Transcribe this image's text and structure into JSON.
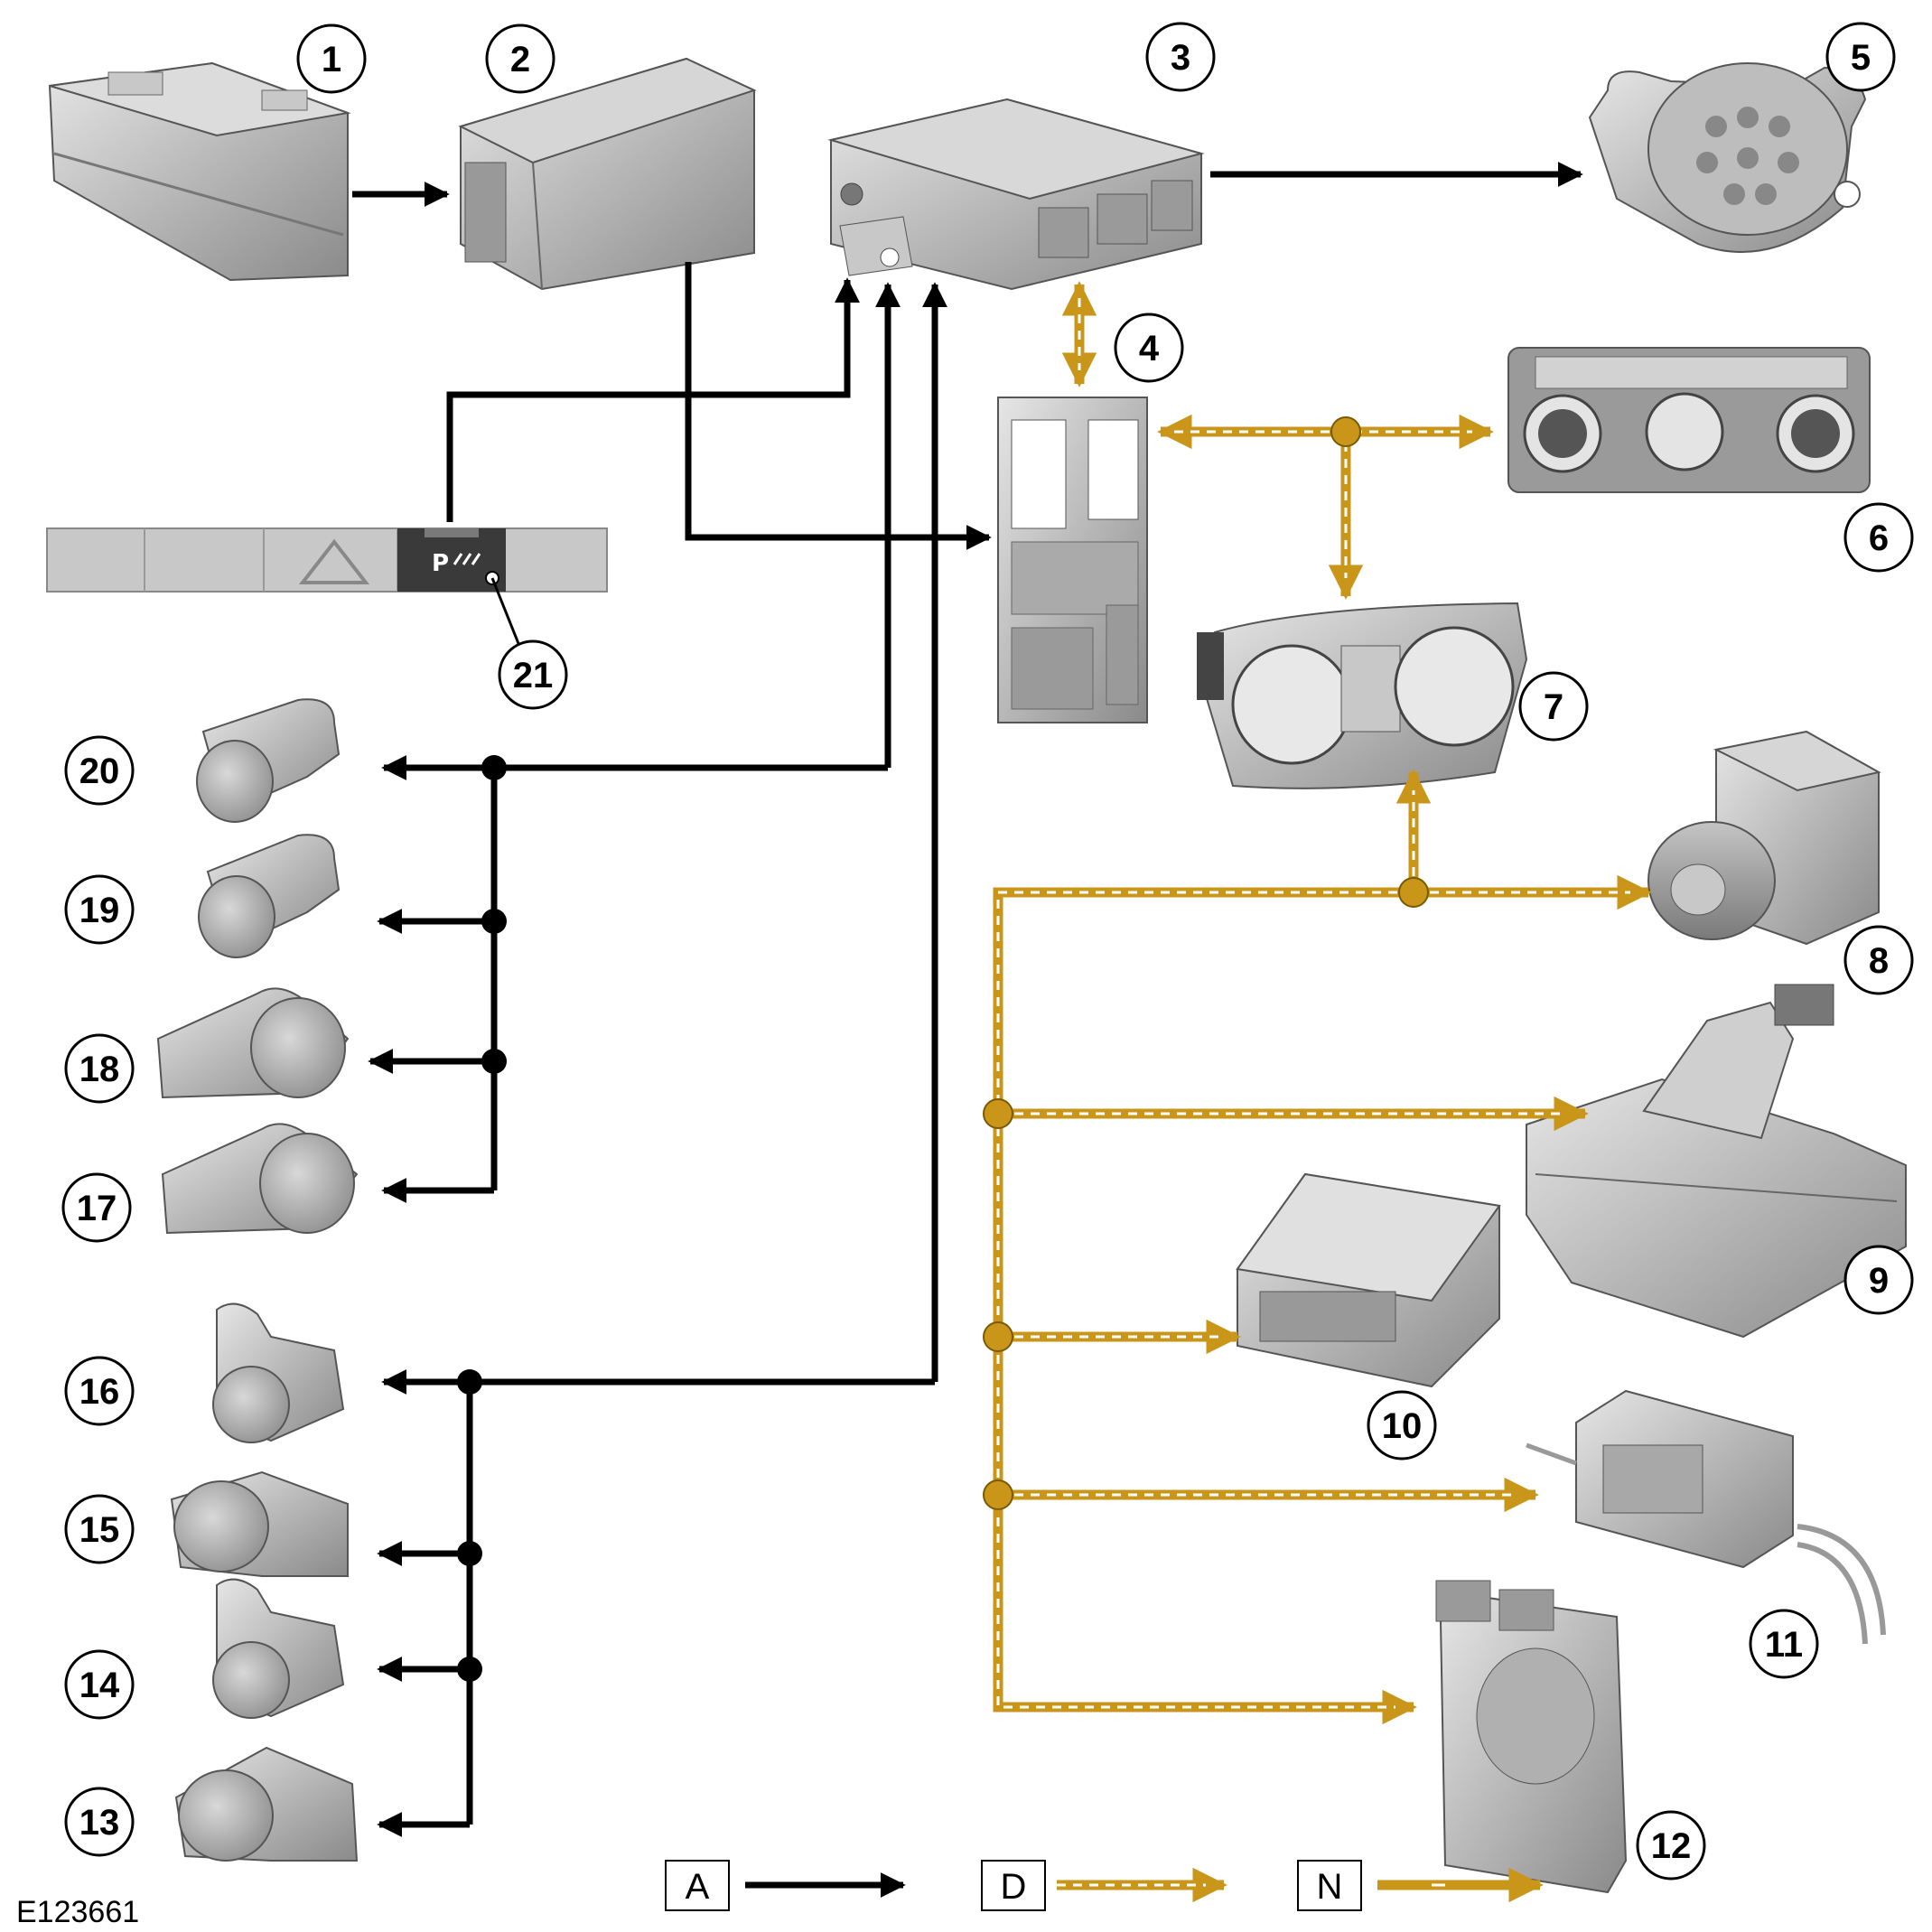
{
  "figure_ref": "E123661",
  "callouts": [
    "1",
    "2",
    "3",
    "4",
    "5",
    "6",
    "7",
    "8",
    "9",
    "10",
    "11",
    "12",
    "13",
    "14",
    "15",
    "16",
    "17",
    "18",
    "19",
    "20",
    "21"
  ],
  "legend": {
    "hardwired": "A",
    "ds_can": "D",
    "ms_can": "N"
  },
  "switch_pack": {
    "parking_label": "P"
  },
  "colors": {
    "wire": "#000000",
    "can_bus": "#c9961a",
    "component": "#b4b4b4"
  }
}
